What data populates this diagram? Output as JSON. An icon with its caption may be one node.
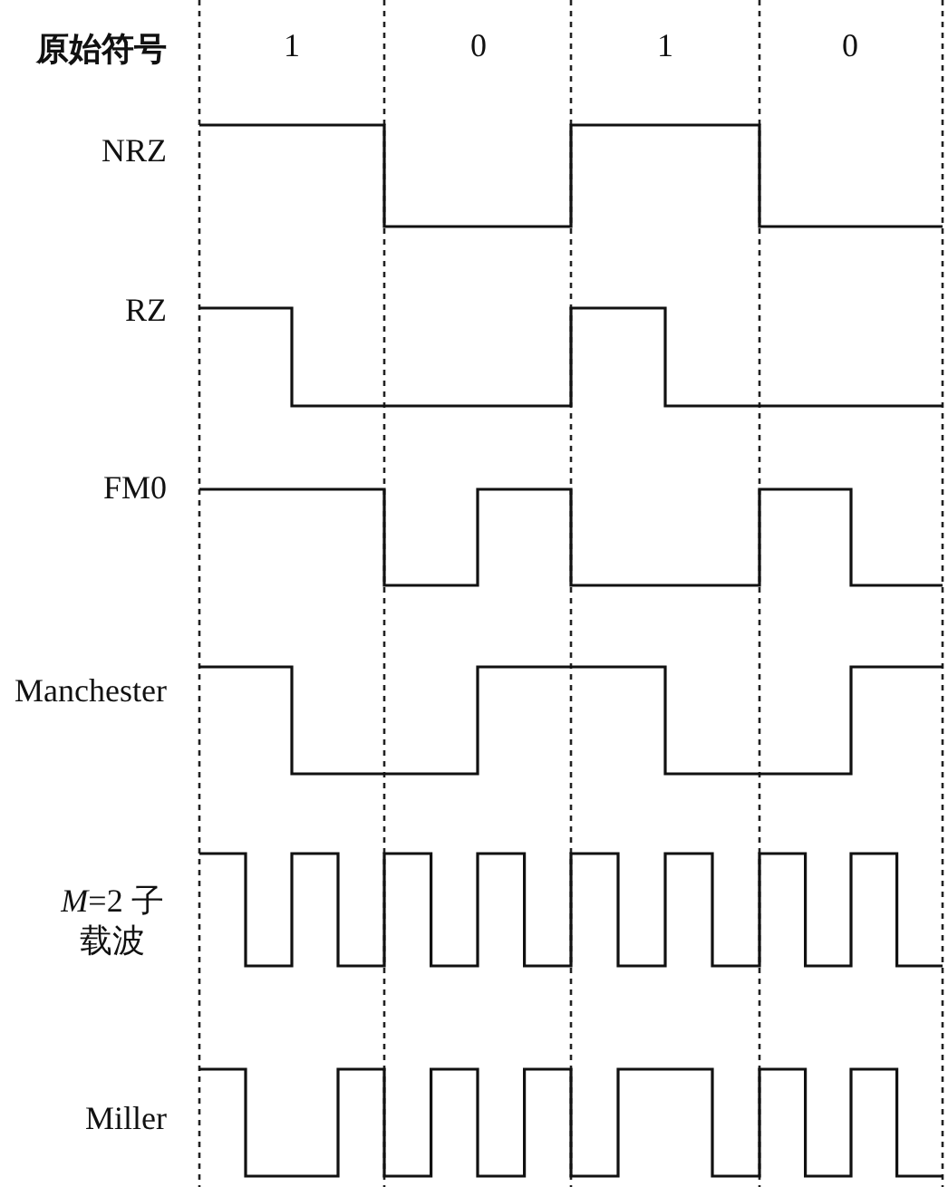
{
  "diagram": {
    "labels": [
      "原始符号",
      "1",
      "0",
      "1",
      "0",
      "NRZ",
      "RZ",
      "FM0",
      "Manchester",
      "*M*=2 子载波",
      "Miller"
    ]
  }
}
